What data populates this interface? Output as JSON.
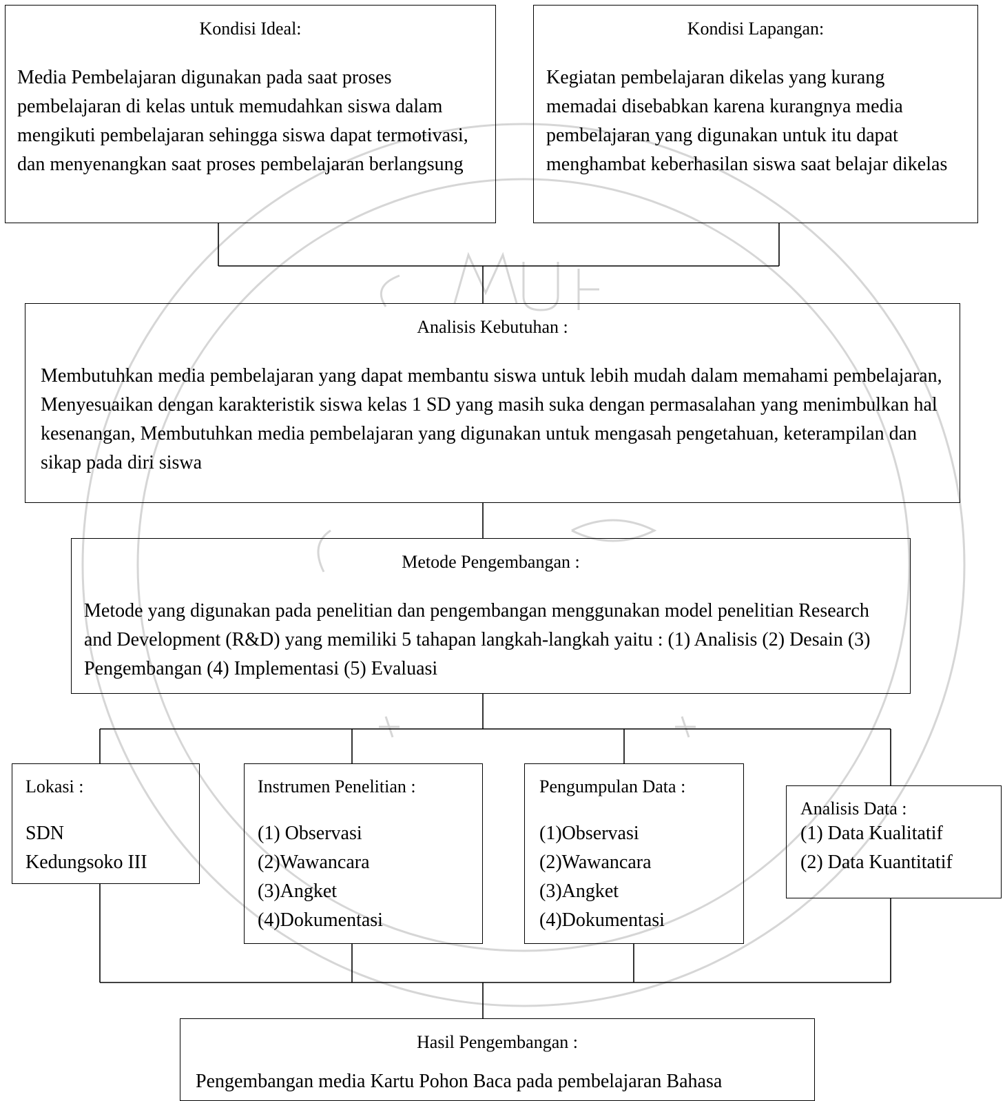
{
  "kondisi_ideal": {
    "title": "Kondisi Ideal:",
    "body": "Media Pembelajaran digunakan pada saat proses pembelajaran di kelas untuk memudahkan siswa dalam mengikuti pembelajaran sehingga siswa dapat termotivasi, dan menyenangkan saat proses pembelajaran berlangsung"
  },
  "kondisi_lapangan": {
    "title": "Kondisi Lapangan:",
    "body": "Kegiatan pembelajaran dikelas yang kurang memadai disebabkan karena kurangnya media pembelajaran yang digunakan untuk itu dapat menghambat keberhasilan siswa saat belajar dikelas"
  },
  "analisis_kebutuhan": {
    "title": "Analisis Kebutuhan :",
    "body": "Membutuhkan media pembelajaran yang dapat membantu siswa untuk lebih mudah dalam memahami pembelajaran, Menyesuaikan dengan karakteristik siswa kelas 1 SD yang masih suka dengan permasalahan yang menimbulkan hal kesenangan, Membutuhkan media pembelajaran yang digunakan untuk mengasah pengetahuan, keterampilan dan sikap pada diri siswa"
  },
  "metode_pengembangan": {
    "title": "Metode Pengembangan :",
    "body": "Metode yang digunakan pada penelitian dan pengembangan menggunakan model penelitian Research and Development (R&D) yang memiliki 5 tahapan langkah-langkah yaitu : (1) Analisis (2) Desain (3) Pengembangan (4) Implementasi (5) Evaluasi"
  },
  "lokasi": {
    "title": "Lokasi :",
    "items": [
      "SDN",
      "Kedungsoko III"
    ]
  },
  "instrumen": {
    "title": "Instrumen Penelitian :",
    "items": [
      "(1) Observasi",
      "(2)Wawancara",
      "(3)Angket",
      "(4)Dokumentasi"
    ]
  },
  "pengumpulan": {
    "title": "Pengumpulan Data :",
    "items": [
      "(1)Observasi",
      "(2)Wawancara",
      "(3)Angket",
      "(4)Dokumentasi"
    ]
  },
  "analisis_data": {
    "title": "Analisis Data :",
    "items": [
      "(1) Data Kualitatif",
      "(2) Data Kuantitatif"
    ]
  },
  "hasil": {
    "title": "Hasil Pengembangan :",
    "body": "Pengembangan media Kartu Pohon Baca pada pembelajaran Bahasa"
  }
}
